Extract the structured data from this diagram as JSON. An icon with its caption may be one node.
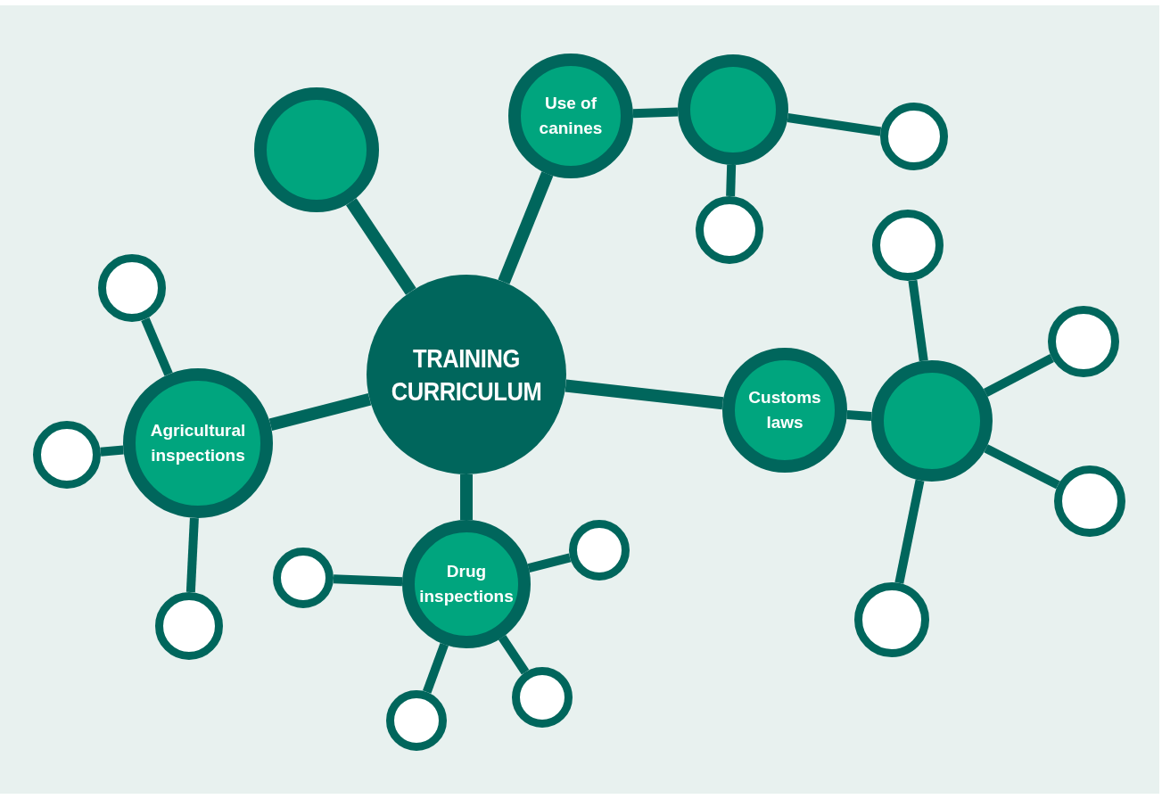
{
  "diagram": {
    "nodes": [
      {
        "text": [
          "TRAINING CURRICULUM"
        ]
      },
      {
        "text": [],
        "shape": "circle"
      },
      {
        "text": [
          "Use of canines"
        ]
      },
      {
        "text": [],
        "shape": "circle"
      },
      {
        "text": [],
        "shape": "circle"
      },
      {
        "text": [],
        "shape": "circle"
      },
      {
        "text": [
          "Agricultural inspections"
        ]
      },
      {
        "text": [],
        "shape": "circle"
      },
      {
        "text": [],
        "shape": "circle"
      },
      {
        "text": [],
        "shape": "circle"
      },
      {
        "text": [
          "Customs laws"
        ]
      },
      {
        "text": [],
        "shape": "circle"
      },
      {
        "text": [],
        "shape": "circle"
      },
      {
        "text": [],
        "shape": "circle"
      },
      {
        "text": [],
        "shape": "circle"
      },
      {
        "text": [],
        "shape": "circle"
      },
      {
        "text": [
          "Drug inspections"
        ]
      },
      {
        "text": [],
        "shape": "circle"
      },
      {
        "text": [],
        "shape": "circle"
      },
      {
        "text": [],
        "shape": "circle"
      },
      {
        "text": [],
        "shape": "circle"
      }
    ],
    "edges": [
      {
        "from": 0,
        "to": 1,
        "arrow": "none"
      },
      {
        "from": 0,
        "to": 2,
        "arrow": "none"
      },
      {
        "from": 2,
        "to": 3,
        "arrow": "none"
      },
      {
        "from": 3,
        "to": 4,
        "arrow": "none"
      },
      {
        "from": 3,
        "to": 5,
        "arrow": "none"
      },
      {
        "from": 0,
        "to": 6,
        "arrow": "none"
      },
      {
        "from": 6,
        "to": 7,
        "arrow": "none"
      },
      {
        "from": 6,
        "to": 8,
        "arrow": "none"
      },
      {
        "from": 6,
        "to": 9,
        "arrow": "none"
      },
      {
        "from": 0,
        "to": 10,
        "arrow": "none"
      },
      {
        "from": 10,
        "to": 11,
        "arrow": "none"
      },
      {
        "from": 11,
        "to": 12,
        "arrow": "none"
      },
      {
        "from": 11,
        "to": 13,
        "arrow": "none"
      },
      {
        "from": 11,
        "to": 14,
        "arrow": "none"
      },
      {
        "from": 11,
        "to": 15,
        "arrow": "none"
      },
      {
        "from": 0,
        "to": 16,
        "arrow": "none"
      },
      {
        "from": 16,
        "to": 17,
        "arrow": "none"
      },
      {
        "from": 16,
        "to": 18,
        "arrow": "none"
      },
      {
        "from": 16,
        "to": 19,
        "arrow": "none"
      },
      {
        "from": 16,
        "to": 20,
        "arrow": "none"
      }
    ]
  }
}
